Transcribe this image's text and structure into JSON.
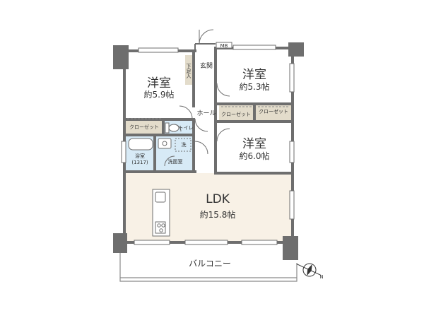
{
  "rooms": {
    "western_nw": {
      "name": "洋室",
      "size": "約5.9帖"
    },
    "western_ne": {
      "name": "洋室",
      "size": "約5.3帖"
    },
    "western_e": {
      "name": "洋室",
      "size": "約6.0帖"
    },
    "ldk": {
      "name": "LDK",
      "size": "約15.8帖"
    }
  },
  "labels": {
    "entrance": "玄関",
    "hall": "ホール",
    "shoe_closet": "下足入",
    "mb": "MB",
    "closet_west": "クローゼット",
    "closet_center": "クローゼット",
    "closet_east": "クローゼット",
    "toilet": "トイレ",
    "bath": "浴室",
    "bath_size": "(1317)",
    "washroom": "洗面室",
    "washer": "洗",
    "balcony": "バルコニー",
    "compass_north": "N"
  },
  "colors": {
    "wall": "#6e6e6e",
    "room_white": "#ffffff",
    "ldk_floor": "#f8f1e6",
    "wet_area": "#d7eaf6",
    "closet": "#e3dccb",
    "balcony_line": "#8a8a8a"
  }
}
